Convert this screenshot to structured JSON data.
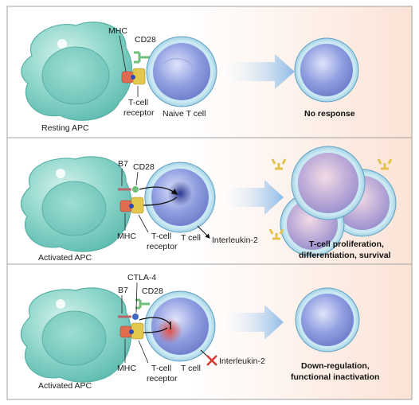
{
  "colors": {
    "panel_border": "#9a9a9a",
    "panel_bg_left": "#ffffff",
    "panel_bg_right": "#fbe7dc",
    "apc_fill": "#8fd3c9",
    "apc_stroke": "#5fb5aa",
    "tcell_outer": "#bfe2ef",
    "tcell_inner": "#6b7fd0",
    "arrow": "#9ec4e8",
    "mhc": "#e06c4f",
    "tcr": "#e0c64a",
    "cd28": "#6fbf7a",
    "b7": "#b8656c",
    "ctla4": "#3f67c4",
    "il2_receptor": "#e3c34c",
    "inhibit_x": "#d63a2f",
    "signal_dark": "#2a3a9a",
    "signal_red": "#e0584a"
  },
  "panels": [
    {
      "apc_label": "Resting APC",
      "mhc_label": "MHC",
      "cd28_label": "CD28",
      "tcr_label_1": "T-cell",
      "tcr_label_2": "receptor",
      "tcell_label": "Naive T cell",
      "outcome": "No response"
    },
    {
      "apc_label": "Activated APC",
      "b7_label": "B7",
      "cd28_label": "CD28",
      "mhc_label": "MHC",
      "tcr_label_1": "T-cell",
      "tcr_label_2": "receptor",
      "tcell_label": "T cell",
      "il2_label": "Interleukin-2",
      "outcome_line_1": "T-cell proliferation,",
      "outcome_line_2": "differentiation, survival"
    },
    {
      "apc_label": "Activated APC",
      "ctla4_label": "CTLA-4",
      "b7_label": "B7",
      "cd28_label": "CD28",
      "mhc_label": "MHC",
      "tcr_label_1": "T-cell",
      "tcr_label_2": "receptor",
      "tcell_label": "T cell",
      "il2_label": "Interleukin-2",
      "outcome_line_1": "Down-regulation,",
      "outcome_line_2": "functional inactivation"
    }
  ]
}
